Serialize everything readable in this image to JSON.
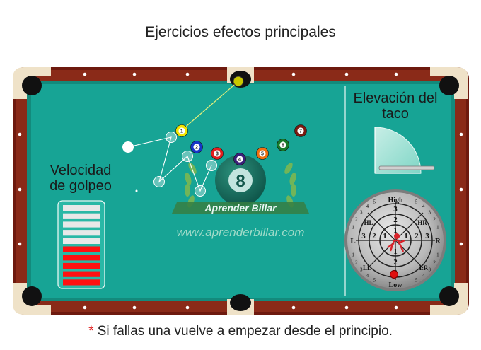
{
  "title": "Ejercicios efectos principales",
  "footer": {
    "asterisk": "*",
    "text": "Si fallas una vuelve a empezar desde el principio."
  },
  "panels": {
    "speed_label_line1": "Velocidad",
    "speed_label_line2": "de golpeo",
    "elevation_label_line1": "Elevación del",
    "elevation_label_line2": "taco"
  },
  "watermark": {
    "ball_number": "8",
    "banner": "Aprender Billar",
    "url": "www.aprenderbillar.com"
  },
  "balls": [
    {
      "number": "1",
      "color": "#f4e400",
      "text_color": "#222222"
    },
    {
      "number": "2",
      "color": "#1736c8",
      "text_color": "#ffffff"
    },
    {
      "number": "3",
      "color": "#e31e1e",
      "text_color": "#ffffff"
    },
    {
      "number": "4",
      "color": "#3a1f7a",
      "text_color": "#ffffff"
    },
    {
      "number": "5",
      "color": "#f07010",
      "text_color": "#ffffff"
    },
    {
      "number": "6",
      "color": "#167a2a",
      "text_color": "#ffffff"
    },
    {
      "number": "7",
      "color": "#7a1a10",
      "text_color": "#ffffff"
    }
  ],
  "speed_meter": {
    "total_bars": 10,
    "filled_bars": 5,
    "empty_color": "#e8e8e8",
    "filled_color": "#ff1111"
  },
  "spin_dial": {
    "top": "High",
    "bottom": "Low",
    "left_mid": "L",
    "right_mid": "R",
    "upper_left": "HL",
    "upper_right": "HR",
    "lower_left": "LL",
    "lower_right": "LR",
    "rings": [
      "1",
      "2",
      "3"
    ],
    "outer_ticks": [
      "5",
      "4",
      "3",
      "2",
      "1"
    ],
    "tip_marker_color": "#e01010"
  },
  "colors": {
    "felt": "#17a495",
    "rail": "#7a1f12",
    "cushion": "#138a7c",
    "cue_line": "#e6f07a",
    "path_line": "#ffffff"
  }
}
